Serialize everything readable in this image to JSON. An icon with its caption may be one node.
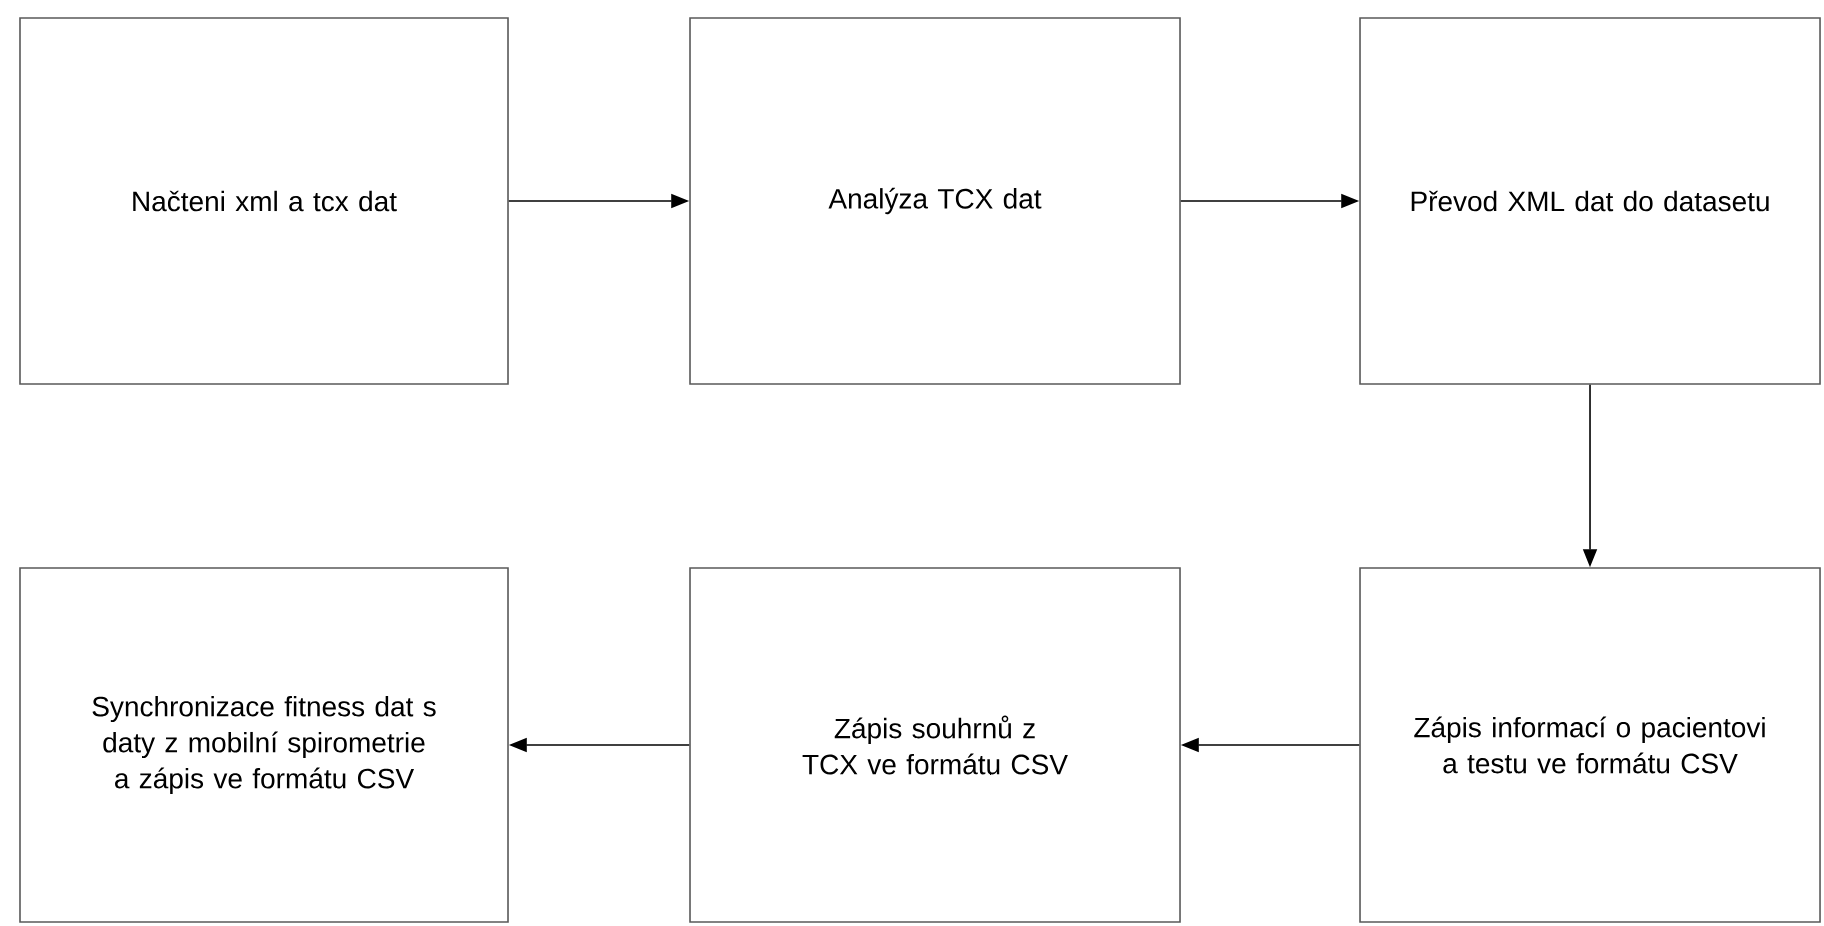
{
  "diagram": {
    "nodes": [
      {
        "text": [
          "Načteni xml a tcx dat"
        ]
      },
      {
        "text": [
          "Analýza TCX dat"
        ]
      },
      {
        "text": [
          "Převod XML dat do datasetu"
        ]
      },
      {
        "text": [
          "Zápis informací o pacientovi a testu ve formátu CSV"
        ]
      },
      {
        "text": [
          "Zápis souhrnů z TCX ve formátu CSV"
        ]
      },
      {
        "text": [
          "Synchronizace fitness dat s daty z mobilní spirometrie a zápis ve formátu CSV"
        ]
      }
    ],
    "edges": [
      {
        "from": 0,
        "to": 1,
        "arrow": "to"
      },
      {
        "from": 1,
        "to": 2,
        "arrow": "to"
      },
      {
        "from": 2,
        "to": 3,
        "arrow": "to"
      },
      {
        "from": 3,
        "to": 4,
        "arrow": "to"
      },
      {
        "from": 4,
        "to": 5,
        "arrow": "to"
      }
    ]
  }
}
